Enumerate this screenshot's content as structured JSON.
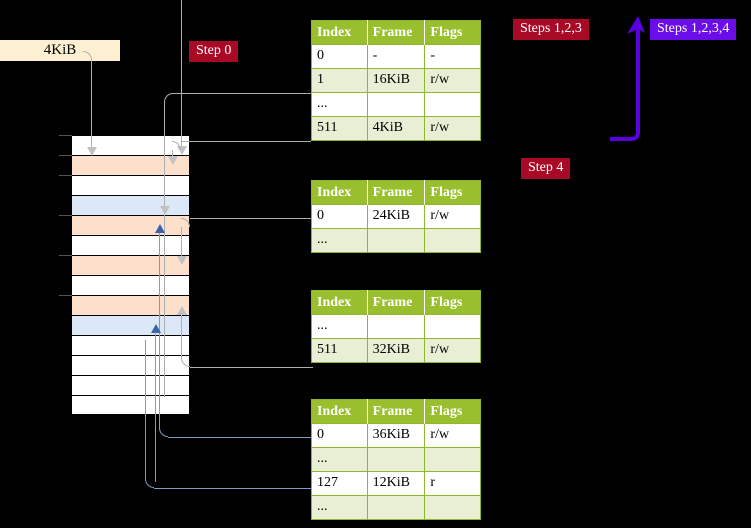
{
  "labels": {
    "size_box": "4KiB",
    "step0": "Step 0",
    "steps123": "Steps 1,2,3",
    "steps1234": "Steps 1,2,3,4",
    "step4": "Step 4"
  },
  "colors": {
    "badge_red": "#A80A26",
    "badge_violet": "#6A0DE8",
    "table_header": "#9ABF2E",
    "table_alt_row": "#E8EFD4",
    "highlight": "#F6F59C",
    "size_box_bg": "#FCEFD2",
    "mem_peach": "#FCE0CC",
    "mem_blue": "#DCE8F7",
    "stroke_grey": "#AFAFAF",
    "stroke_blue": "#7F9CC4"
  },
  "tables": [
    {
      "name": "page-table-level-1",
      "headers": [
        "Index",
        "Frame",
        "Flags"
      ],
      "rows": [
        {
          "cells": [
            "0",
            "-",
            "-"
          ],
          "alt": false,
          "highlight": false
        },
        {
          "cells": [
            "1",
            "16KiB",
            "r/w"
          ],
          "alt": true,
          "highlight": false
        },
        {
          "cells": [
            "...",
            "",
            ""
          ],
          "alt": false,
          "highlight": false
        },
        {
          "cells": [
            "511",
            "4KiB",
            "r/w"
          ],
          "alt": true,
          "highlight": true
        }
      ]
    },
    {
      "name": "page-table-level-2",
      "headers": [
        "Index",
        "Frame",
        "Flags"
      ],
      "rows": [
        {
          "cells": [
            "0",
            "24KiB",
            "r/w"
          ],
          "alt": false,
          "highlight": false
        },
        {
          "cells": [
            "...",
            "",
            ""
          ],
          "alt": true,
          "highlight": false
        }
      ]
    },
    {
      "name": "page-table-level-3",
      "headers": [
        "Index",
        "Frame",
        "Flags"
      ],
      "rows": [
        {
          "cells": [
            "...",
            "",
            ""
          ],
          "alt": false,
          "highlight": false
        },
        {
          "cells": [
            "511",
            "32KiB",
            "r/w"
          ],
          "alt": true,
          "highlight": false
        }
      ]
    },
    {
      "name": "page-table-level-4",
      "headers": [
        "Index",
        "Frame",
        "Flags"
      ],
      "rows": [
        {
          "cells": [
            "0",
            "36KiB",
            "r/w"
          ],
          "alt": false,
          "highlight": false
        },
        {
          "cells": [
            "...",
            "",
            ""
          ],
          "alt": true,
          "highlight": false
        },
        {
          "cells": [
            "127",
            "12KiB",
            "r"
          ],
          "alt": false,
          "highlight": false
        },
        {
          "cells": [
            "...",
            "",
            ""
          ],
          "alt": true,
          "highlight": false
        }
      ]
    }
  ],
  "memory_rows": [
    {
      "fill": "white"
    },
    {
      "fill": "peach"
    },
    {
      "fill": "white"
    },
    {
      "fill": "blue"
    },
    {
      "fill": "peach"
    },
    {
      "fill": "white"
    },
    {
      "fill": "peach"
    },
    {
      "fill": "white"
    },
    {
      "fill": "peach"
    },
    {
      "fill": "blue"
    },
    {
      "fill": "white"
    },
    {
      "fill": "white"
    },
    {
      "fill": "white"
    },
    {
      "fill": "white"
    }
  ]
}
